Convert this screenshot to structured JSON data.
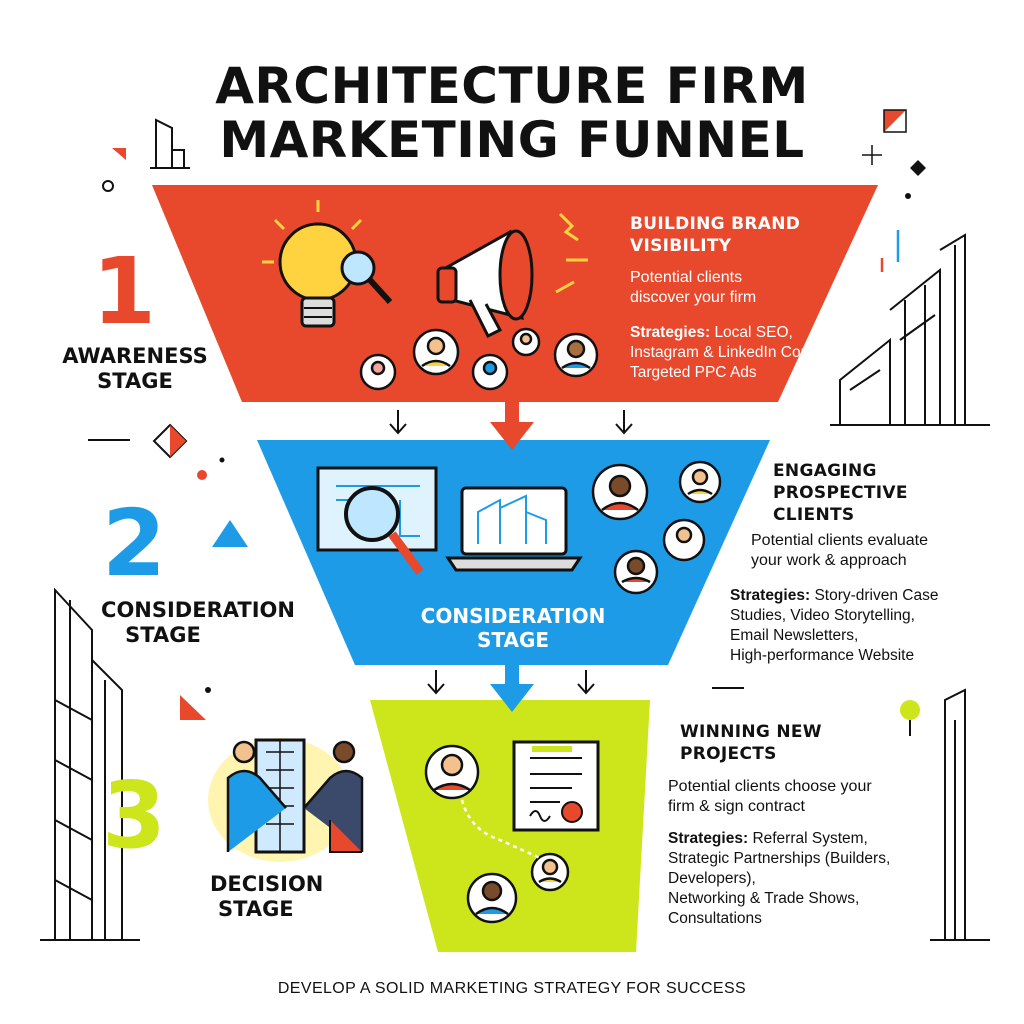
{
  "title": {
    "line1": "ARCHITECTURE FIRM",
    "line2": "MARKETING FUNNEL"
  },
  "colors": {
    "awareness": "#E8482C",
    "consideration": "#1E9BE6",
    "decision": "#CDE61C",
    "ink": "#111111"
  },
  "stages": [
    {
      "number": "1",
      "label_line1": "AWARENESS",
      "label_line2": "STAGE",
      "heading_line1": "BUILDING BRAND",
      "heading_line2": "VISIBILITY",
      "desc_line1": "Potential clients",
      "desc_line2": "discover your firm",
      "strat_prefix": "Strategies:",
      "strat_line1": "Local SEO,",
      "strat_line2": "Instagram & LinkedIn Content,",
      "strat_line3": "Targeted PPC Ads",
      "icons": [
        "lightbulb-icon",
        "magnifier-icon",
        "megaphone-icon",
        "people-icon"
      ]
    },
    {
      "number": "2",
      "label_line1": "CONSIDERATION",
      "label_line2": "STAGE",
      "inner_line1": "CONSIDERATION",
      "inner_line2": "STAGE",
      "heading_line1": "ENGAGING",
      "heading_line2": "PROSPECTIVE",
      "heading_line3": "CLIENTS",
      "desc_line1": "Potential clients evaluate",
      "desc_line2": "your work & approach",
      "strat_prefix": "Strategies:",
      "strat_line1": "Story-driven Case",
      "strat_line2": "Studies, Video Storytelling,",
      "strat_line3": "Email Newsletters,",
      "strat_line4": "High-performance Website",
      "icons": [
        "blueprint-icon",
        "magnifier-icon",
        "laptop-icon",
        "people-icon"
      ]
    },
    {
      "number": "3",
      "label_line1": "DECISION",
      "label_line2": "STAGE",
      "heading_line1": "WINNING NEW",
      "heading_line2": "PROJECTS",
      "desc_line1": "Potential clients choose your",
      "desc_line2": "firm & sign contract",
      "strat_prefix": "Strategies:",
      "strat_line1": "Referral System,",
      "strat_line2": "Strategic Partnerships (Builders,",
      "strat_line3": "Developers),",
      "strat_line4": "Networking & Trade Shows,",
      "strat_line5": "Consultations",
      "icons": [
        "handshake-icon",
        "building-icon",
        "contract-icon",
        "people-icon"
      ]
    }
  ],
  "footer": "DEVELOP A SOLID MARKETING STRATEGY FOR SUCCESS"
}
